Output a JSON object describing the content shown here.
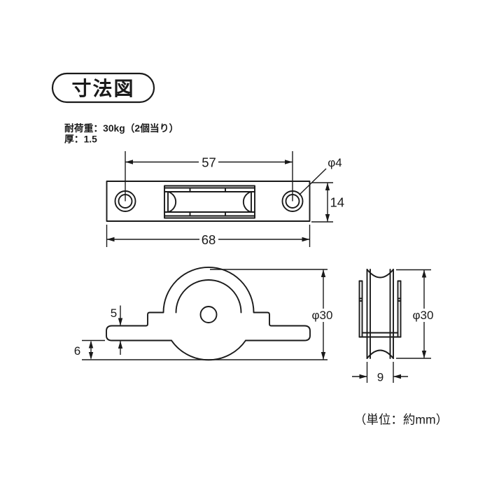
{
  "page": {
    "background": "#ffffff",
    "line_color": "#1a1a1a"
  },
  "title_badge": {
    "label": "寸法図"
  },
  "specs": {
    "load_capacity": "耐荷重：30kg（2個当り）",
    "thickness": "厚：1.5"
  },
  "top_view": {
    "hole_spacing": "57",
    "overall_width": "68",
    "plate_height": "14",
    "hole_diameter": "φ4"
  },
  "side_view": {
    "plate_thickness": "5",
    "wheel_protrusion": "6",
    "wheel_diameter": "φ30"
  },
  "front_view": {
    "wheel_diameter": "φ30",
    "wheel_width": "9"
  },
  "footer": {
    "unit_note": "（単位：約mm）"
  }
}
